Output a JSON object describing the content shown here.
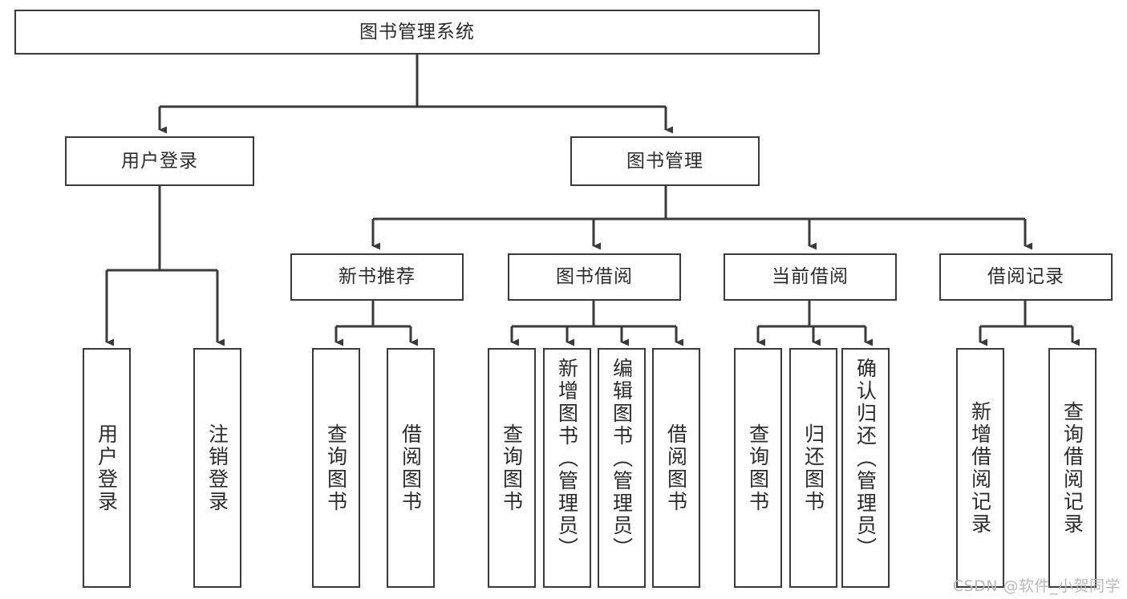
{
  "diagram": {
    "title": "图书管理系统",
    "type": "tree-hierarchy",
    "orientation": "top-down",
    "colors": {
      "stroke": "#3a3a3a",
      "fill": "#ffffff",
      "text": "#2b2b2b",
      "watermark": "#b9b9b9"
    },
    "watermark": "CSDN @软件_小贺同学",
    "root": {
      "id": "root",
      "label": "图书管理系统"
    },
    "level2": [
      {
        "id": "user-login",
        "label": "用户登录"
      },
      {
        "id": "book-manage",
        "label": "图书管理"
      }
    ],
    "level3": [
      {
        "id": "new-book-recommend",
        "label": "新书推荐",
        "parent": "book-manage"
      },
      {
        "id": "book-borrow",
        "label": "图书借阅",
        "parent": "book-manage"
      },
      {
        "id": "current-borrow",
        "label": "当前借阅",
        "parent": "book-manage"
      },
      {
        "id": "borrow-record",
        "label": "借阅记录",
        "parent": "book-manage"
      }
    ],
    "leaves": [
      {
        "id": "leaf-user-login",
        "label": "用户登录",
        "parent": "user-login"
      },
      {
        "id": "leaf-user-logout",
        "label": "注销登录",
        "parent": "user-login"
      },
      {
        "id": "leaf-query-book-1",
        "label": "查询图书",
        "parent": "new-book-recommend"
      },
      {
        "id": "leaf-borrow-book-1",
        "label": "借阅图书",
        "parent": "new-book-recommend"
      },
      {
        "id": "leaf-query-book-2",
        "label": "查询图书",
        "parent": "book-borrow"
      },
      {
        "id": "leaf-add-book",
        "label": "新增图书（管理员）",
        "parent": "book-borrow"
      },
      {
        "id": "leaf-edit-book",
        "label": "编辑图书（管理员）",
        "parent": "book-borrow"
      },
      {
        "id": "leaf-borrow-book-2",
        "label": "借阅图书",
        "parent": "book-borrow"
      },
      {
        "id": "leaf-query-book-3",
        "label": "查询图书",
        "parent": "current-borrow"
      },
      {
        "id": "leaf-return-book",
        "label": "归还图书",
        "parent": "current-borrow"
      },
      {
        "id": "leaf-confirm-return",
        "label": "确认归还（管理员）",
        "parent": "current-borrow"
      },
      {
        "id": "leaf-add-record",
        "label": "新增借阅记录",
        "parent": "borrow-record"
      },
      {
        "id": "leaf-query-record",
        "label": "查询借阅记录",
        "parent": "borrow-record"
      }
    ]
  }
}
